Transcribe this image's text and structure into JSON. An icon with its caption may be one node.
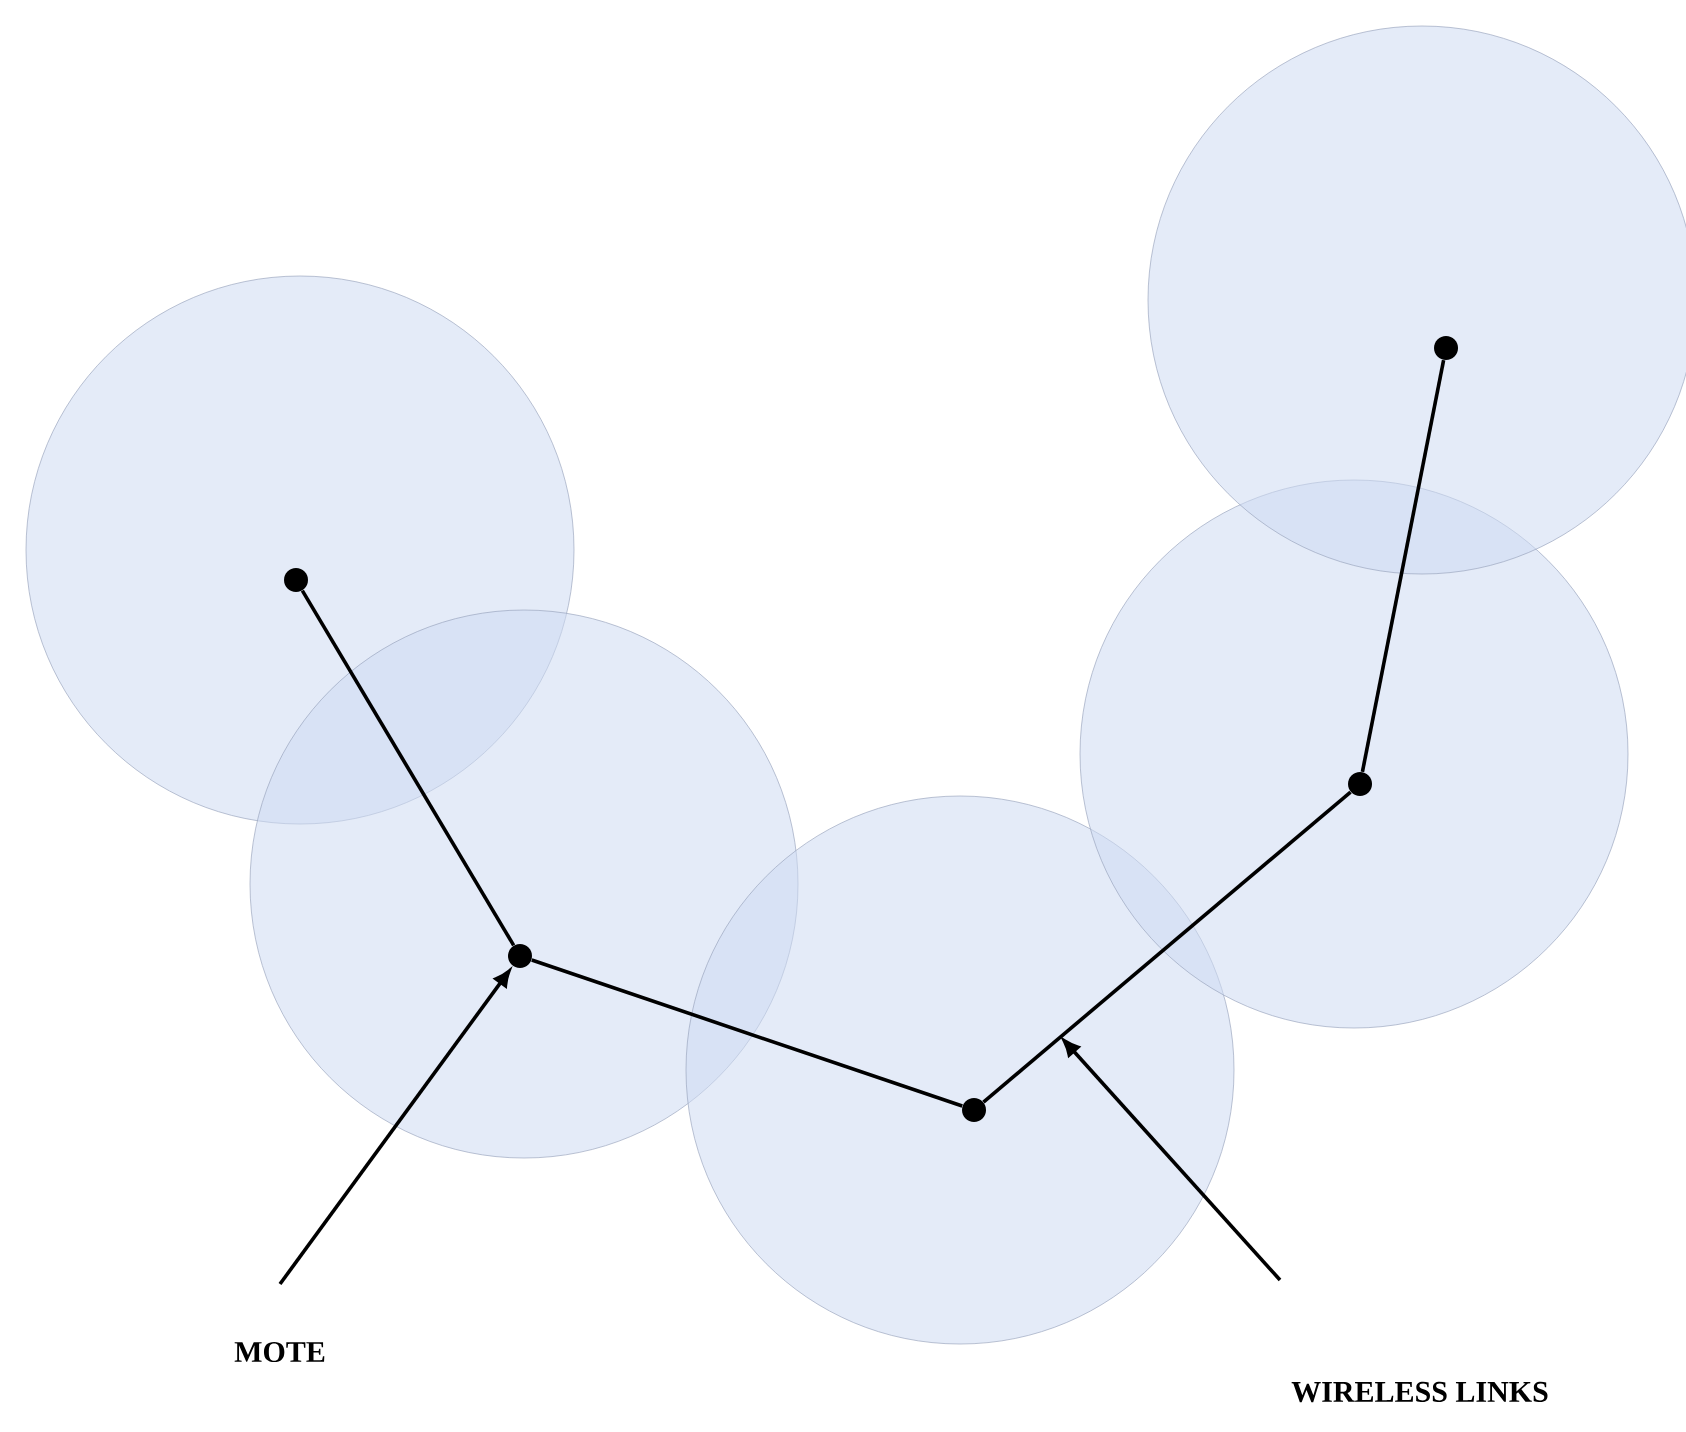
{
  "diagram": {
    "nodes": [
      {
        "text": [],
        "shape": "circle"
      },
      {
        "text": [],
        "shape": "circle"
      },
      {
        "text": [],
        "shape": "circle"
      },
      {
        "text": [],
        "shape": "circle"
      },
      {
        "text": [],
        "shape": "circle"
      },
      {
        "text": [],
        "shape": "dot",
        "in": 0
      },
      {
        "text": [],
        "shape": "dot",
        "in": 1
      },
      {
        "text": [],
        "shape": "dot",
        "in": 2
      },
      {
        "text": [],
        "shape": "dot",
        "in": 3
      },
      {
        "text": [],
        "shape": "dot",
        "in": 4
      },
      {
        "text": [
          "MOTE"
        ]
      },
      {
        "text": [
          "WIRELESS LINKS"
        ]
      }
    ],
    "edges": [
      {
        "from": 5,
        "to": 6,
        "arrow": "none"
      },
      {
        "from": 6,
        "to": 7,
        "arrow": "none"
      },
      {
        "from": 7,
        "to": 8,
        "arrow": "none"
      },
      {
        "from": 8,
        "to": 9,
        "arrow": "none"
      },
      {
        "from": 10,
        "to": 6,
        "arrow": "to"
      },
      {
        "from": 11,
        "to": null,
        "arrow": "to"
      }
    ]
  }
}
